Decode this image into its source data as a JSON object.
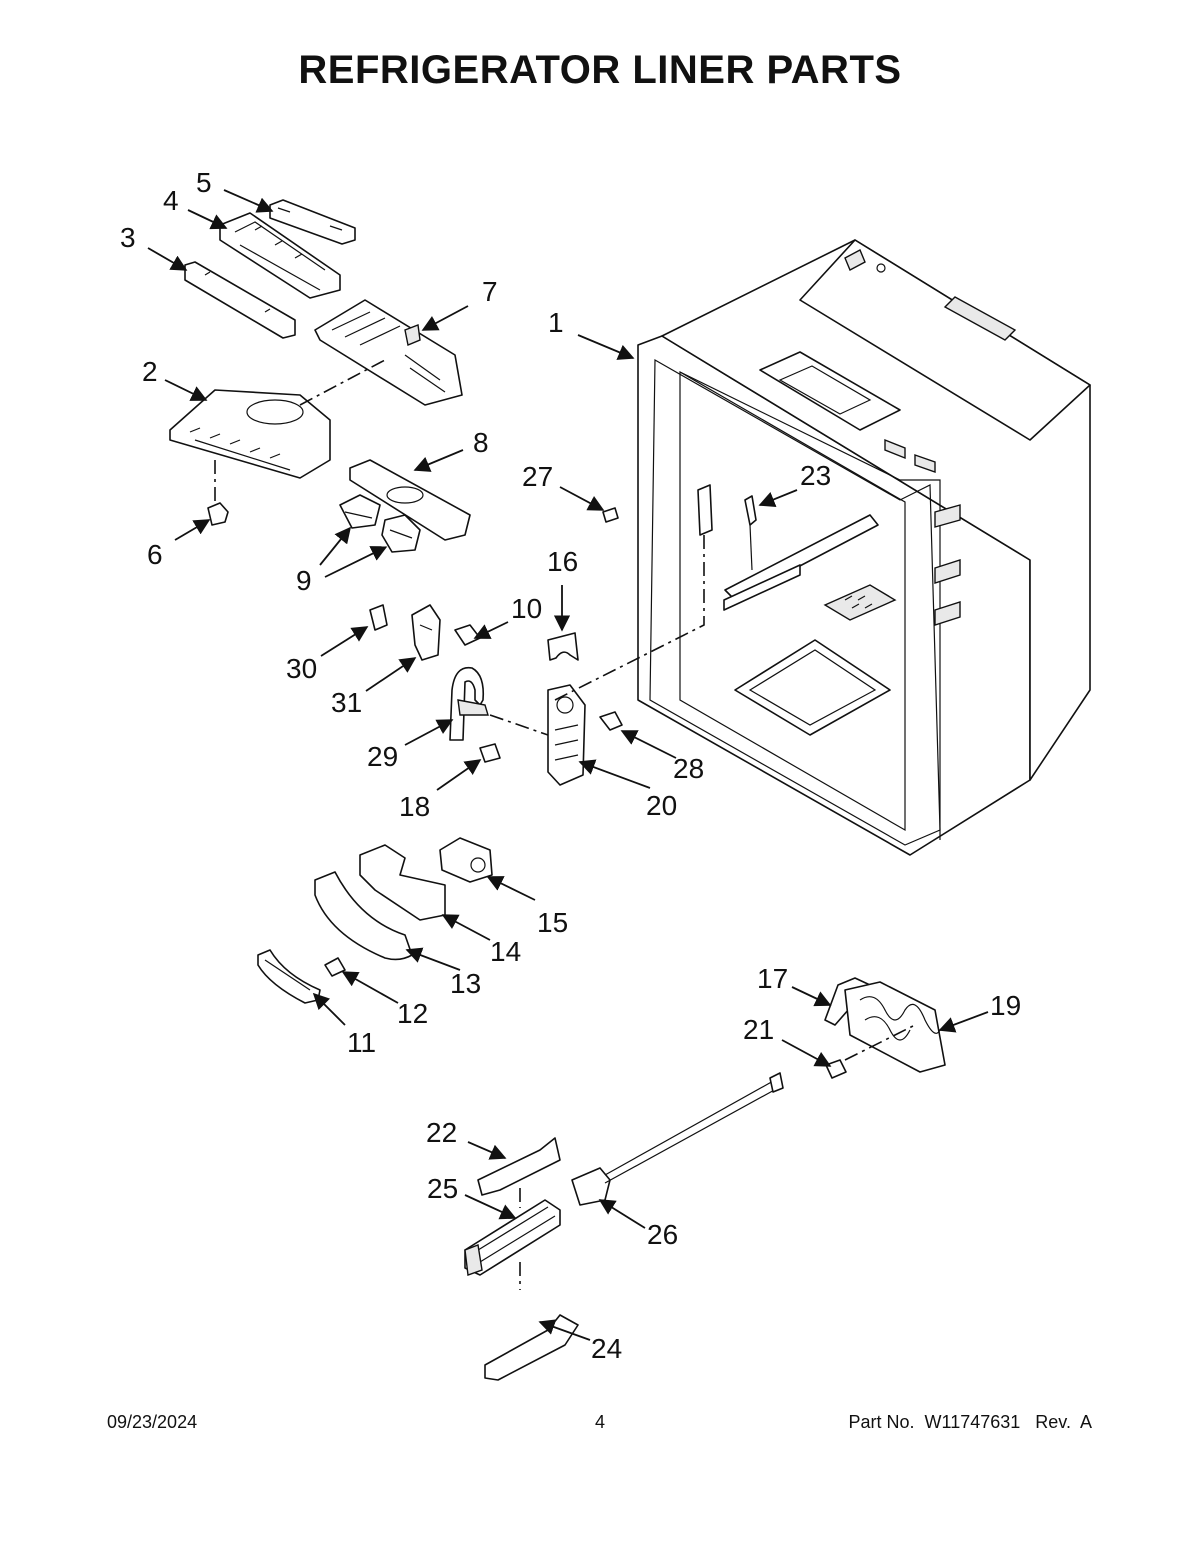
{
  "title": "REFRIGERATOR LINER PARTS",
  "callouts": {
    "c1": "1",
    "c2": "2",
    "c3": "3",
    "c4": "4",
    "c5": "5",
    "c6": "6",
    "c7": "7",
    "c8": "8",
    "c9": "9",
    "c10": "10",
    "c11": "11",
    "c12": "12",
    "c13": "13",
    "c14": "14",
    "c15": "15",
    "c16": "16",
    "c17": "17",
    "c18": "18",
    "c19": "19",
    "c20": "20",
    "c21": "21",
    "c22": "22",
    "c23": "23",
    "c24": "24",
    "c25": "25",
    "c26": "26",
    "c27": "27",
    "c28": "28",
    "c29": "29",
    "c30": "30",
    "c31": "31"
  },
  "footer": {
    "date": "09/23/2024",
    "page": "4",
    "part": "Part No.  W11747631   Rev.  A"
  }
}
